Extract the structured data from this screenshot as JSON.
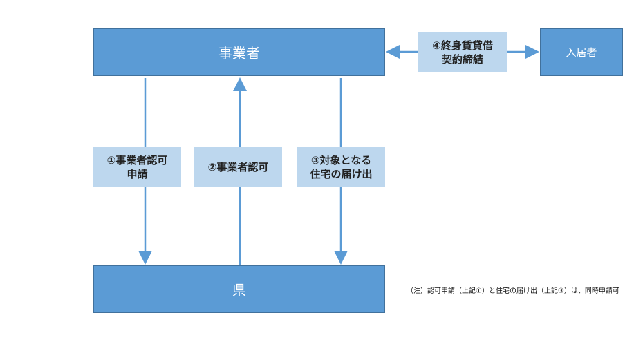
{
  "nodes": {
    "operator": "事業者",
    "resident": "入居者",
    "prefecture": "県"
  },
  "steps": {
    "s1": "①事業者認可\n申請",
    "s2": "②事業者認可",
    "s3": "③対象となる\n住宅の届け出",
    "s4": "④終身賃貸借\n契約締結"
  },
  "note": "（注）認可申請（上記①）と住宅の届け出（上記③）は、同時申請可",
  "colors": {
    "node": "#5b9bd5",
    "label": "#bdd7ee",
    "arrow": "#5b9bd5"
  }
}
